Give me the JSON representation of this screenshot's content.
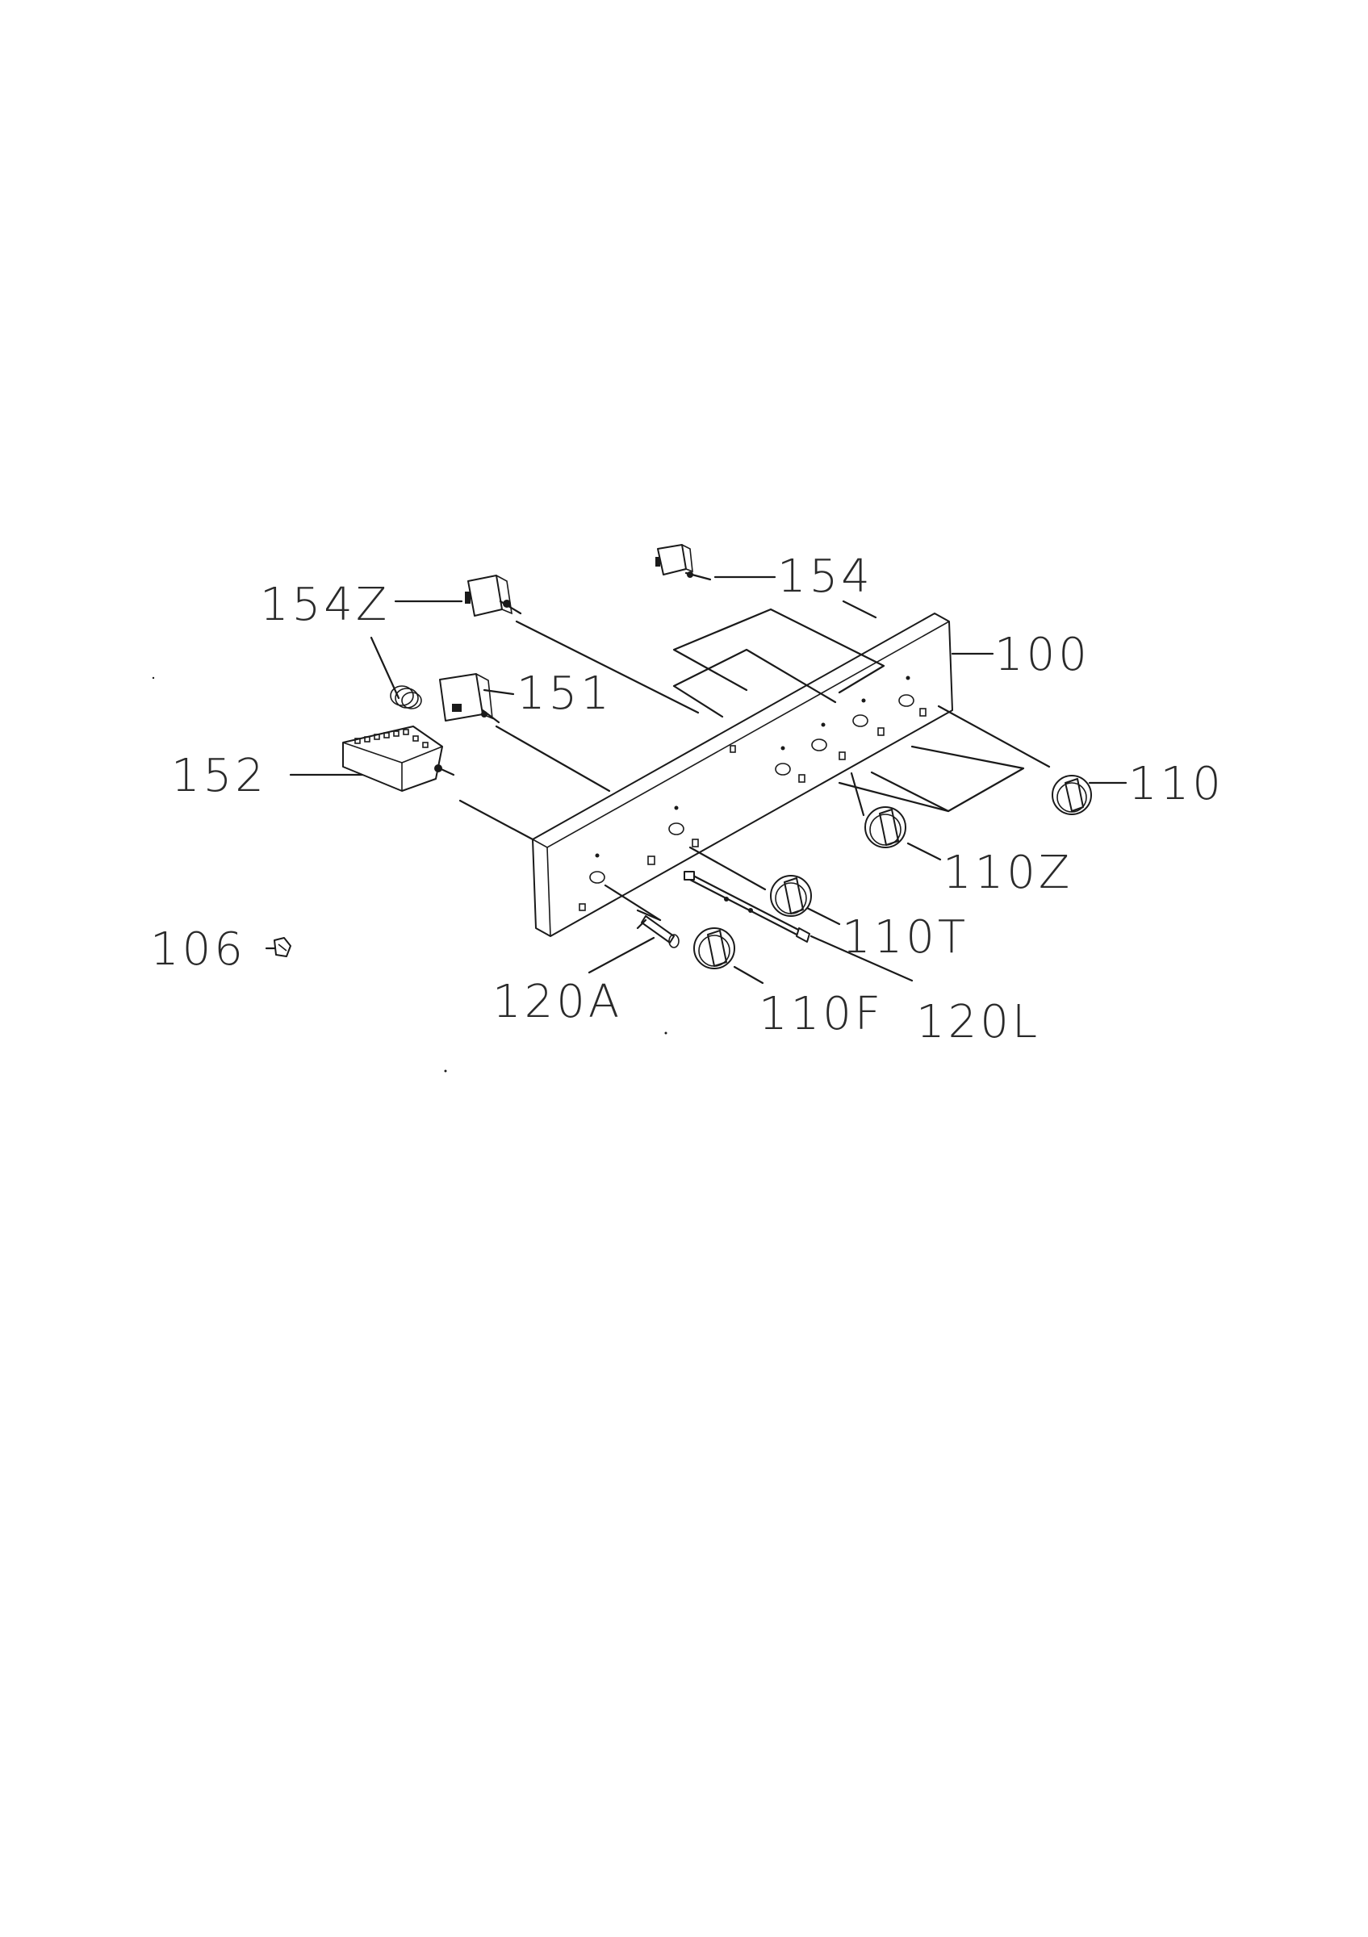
{
  "labels": {
    "p154": "154",
    "p154z": "154Z",
    "p151": "151",
    "p152": "152",
    "p100": "100",
    "p110": "110",
    "p110z": "110Z",
    "p110t": "110T",
    "p106": "106",
    "p120a": "120A",
    "p110f": "110F",
    "p120l": "120L"
  }
}
